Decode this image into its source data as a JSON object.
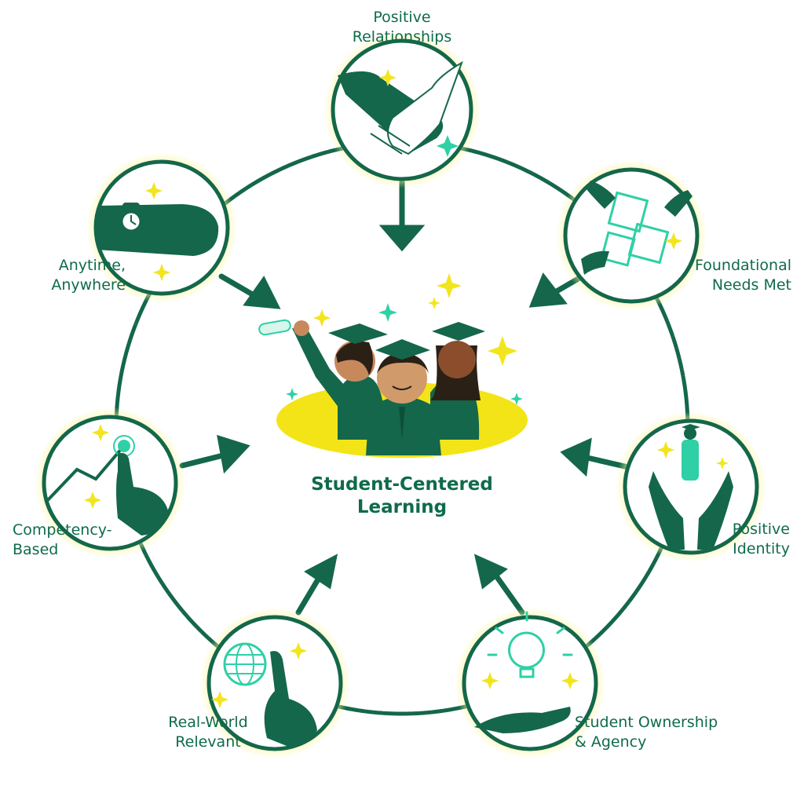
{
  "colors": {
    "dark_green": "#14674a",
    "mint": "#2fd0a6",
    "yellow": "#f2e51d",
    "pale_yellow": "#fbf7a8",
    "skin": "#c7895c",
    "skin_dark": "#8b4d2b"
  },
  "center": {
    "title_line1": "Student-Centered",
    "title_line2": "Learning",
    "illustration": "graduates-icon"
  },
  "nodes": [
    {
      "id": "positive-relationships",
      "line1": "Positive",
      "line2": "Relationships",
      "icon": "handshake-icon"
    },
    {
      "id": "foundational-needs-met",
      "line1": "Foundational",
      "line2": "Needs Met",
      "icon": "puzzle-hands-icon"
    },
    {
      "id": "positive-identity",
      "line1": "Positive",
      "line2": "Identity",
      "icon": "graduate-in-hands-icon"
    },
    {
      "id": "student-ownership-agency",
      "line1": "Student Ownership",
      "line2": "& Agency",
      "icon": "lightbulb-hand-icon"
    },
    {
      "id": "real-world-relevant",
      "line1": "Real-World",
      "line2": "Relevant",
      "icon": "globe-finger-icon"
    },
    {
      "id": "competency-based",
      "line1": "Competency-",
      "line2": "Based",
      "icon": "growth-chart-finger-icon"
    },
    {
      "id": "anytime-anywhere",
      "line1": "Anytime,",
      "line2": "Anywhere",
      "icon": "wristwatch-icon"
    }
  ]
}
